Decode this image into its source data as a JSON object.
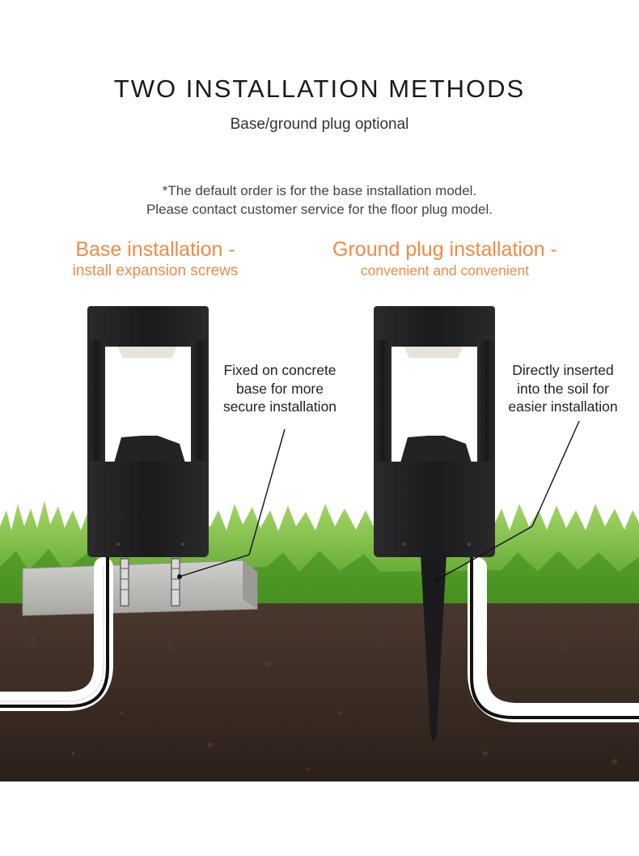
{
  "header": {
    "title": "TWO INSTALLATION METHODS",
    "subtitle": "Base/ground plug optional"
  },
  "note": {
    "line1": "*The default order is for the base installation model.",
    "line2": "Please contact customer service for the floor plug model."
  },
  "methods": [
    {
      "heading": "Base installation -",
      "subheading": "install expansion screws",
      "callout": [
        "Fixed on concrete",
        "base for more",
        "secure installation"
      ]
    },
    {
      "heading": "Ground plug installation -",
      "subheading": "convenient and convenient",
      "callout": [
        "Directly inserted",
        "into the soil for",
        "easier installation"
      ]
    }
  ],
  "colors": {
    "accent": "#f08a46",
    "soil": "#3a2a22",
    "grass": "#6ab52e",
    "lamp": "#1c1c1e",
    "concrete": "#b9b9b7"
  }
}
